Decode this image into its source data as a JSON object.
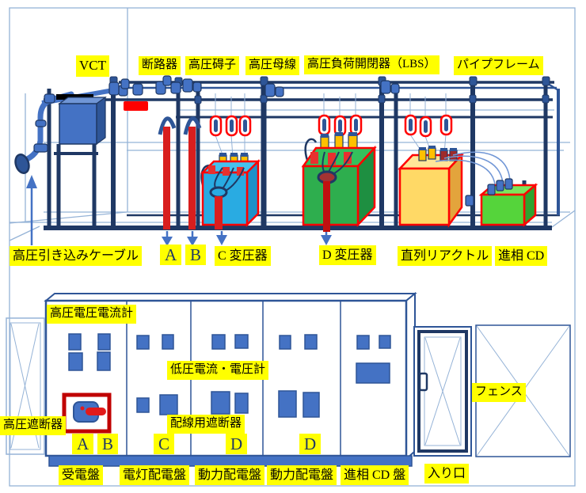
{
  "top": {
    "labels": {
      "vct": "VCT",
      "disconnector": "断路器",
      "insulator": "高圧碍子",
      "bus": "高圧母線",
      "lbs": "高圧負荷開閉器（LBS）",
      "pipe_frame": "パイプフレーム",
      "incoming_cable": "高圧引き込みケーブル",
      "phase_a": "A",
      "phase_b": "B",
      "transformer_c": "C 変圧器",
      "transformer_d": "D 変圧器",
      "series_reactor": "直列リアクトル",
      "capacitor": "進相 CD"
    }
  },
  "panel": {
    "labels": {
      "hv_meter": "高圧電圧電流計",
      "lv_meter": "低圧電流・電圧計",
      "mccb": "配線用遮断器",
      "hv_breaker": "高圧遮断器",
      "fence": "フェンス",
      "entrance": "入り口"
    },
    "letters": [
      "A",
      "B",
      "C",
      "D",
      "D"
    ],
    "panels": [
      "受電盤",
      "電灯配電盤",
      "動力配電盤",
      "動力配電盤",
      "進相 CD 盤"
    ]
  },
  "colors": {
    "label_bg": "#FFFF00",
    "frame_navy": "#1F3864",
    "steel_blue": "#4472C4",
    "light_blue": "#95B3D7",
    "red": "#FF0000",
    "cable_red": "#E21B1B",
    "transformer_c_cyan": "#29ABE2",
    "transformer_d_green": "#2EAE4E",
    "reactor_orange": "#FFD966",
    "capacitor_green": "#55D43B",
    "bushing_yellow": "#FFC000"
  }
}
